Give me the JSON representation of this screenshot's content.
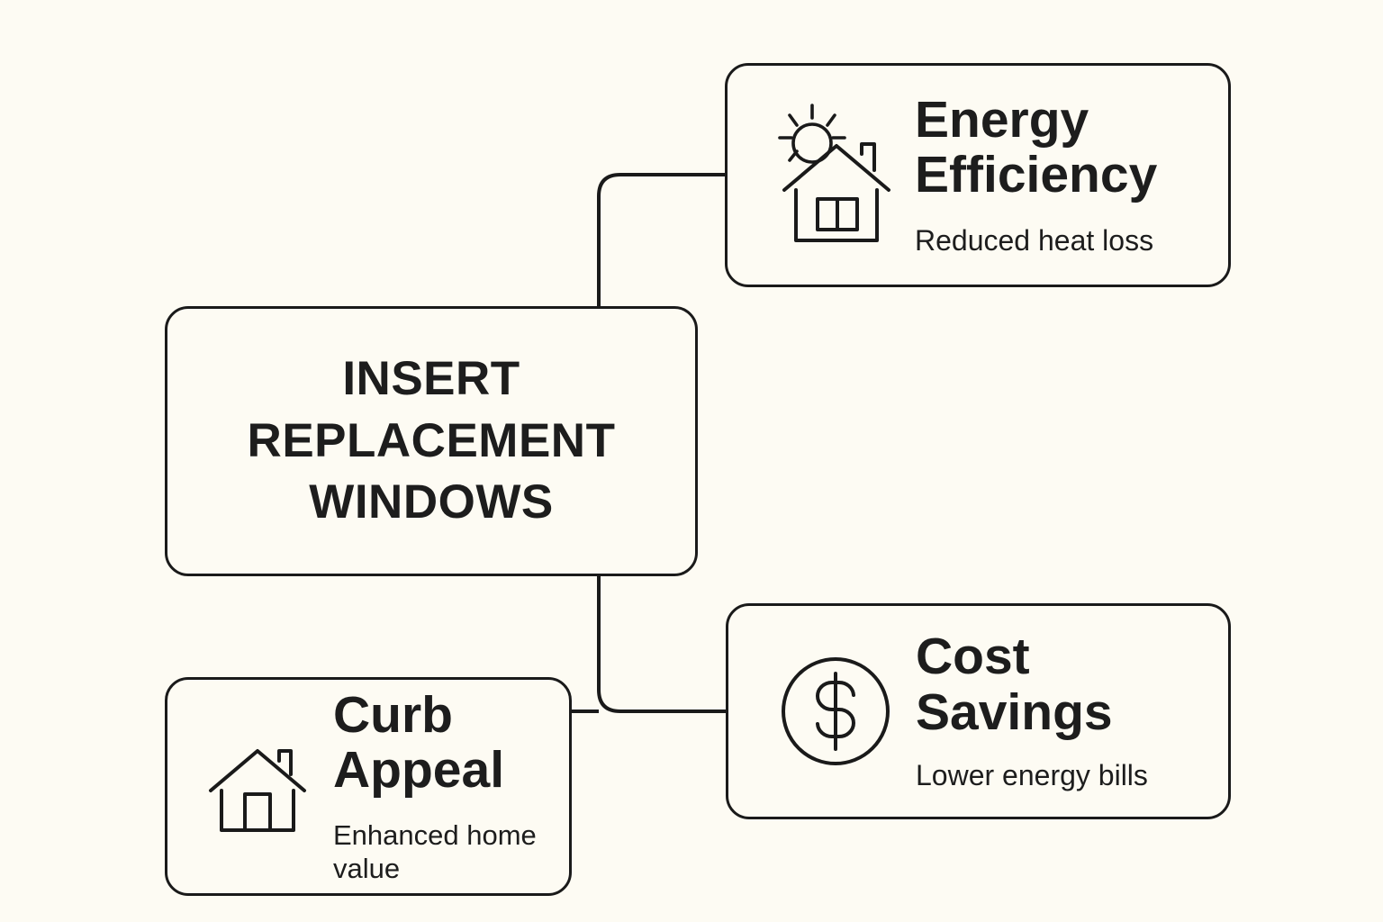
{
  "diagram": {
    "background_color": "#fdfbf3",
    "stroke_color": "#1a1a1a",
    "text_color": "#1d1d1d",
    "type": "mind-map",
    "central": {
      "label": "INSERT\nREPLACEMENT\nWINDOWS"
    },
    "branches": [
      {
        "id": "energy",
        "icon": "house-with-sun-icon",
        "title": "Energy\nEfficiency",
        "subtitle": "Reduced heat loss"
      },
      {
        "id": "cost",
        "icon": "dollar-circle-icon",
        "title": "Cost\nSavings",
        "subtitle": "Lower energy bills"
      },
      {
        "id": "curb",
        "icon": "house-icon",
        "title": "Curb\nAppeal",
        "subtitle": "Enhanced home value"
      }
    ]
  }
}
